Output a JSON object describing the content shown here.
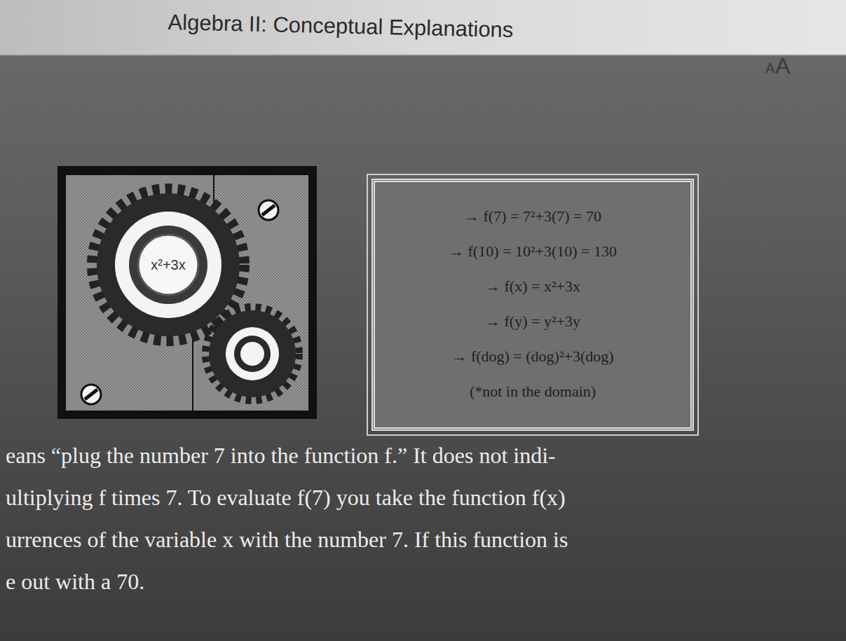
{
  "diagram": {
    "title": "Algebra II: Conceptual Explanations",
    "nodes": [
      {
        "text": [
          "x²+3x"
        ]
      },
      {
        "text": [
          "→ f(7) = 7²+3(7) = 70",
          "→ f(10) = 10²+3(10) = 130",
          "→ f(x) = x²+3x",
          "→ f(y) = y²+3y",
          "→ f(dog) = (dog)²+3(dog)",
          "(*not in the domain)"
        ]
      }
    ],
    "labels": [
      "A",
      "A",
      "eans “plug the number 7 into the function f.” It does not indi-",
      "ultiplying f times 7. To evaluate f(7) you take the function f(x)",
      "urrences of the variable x with the number 7. If this function is",
      "e out with a 70."
    ]
  }
}
